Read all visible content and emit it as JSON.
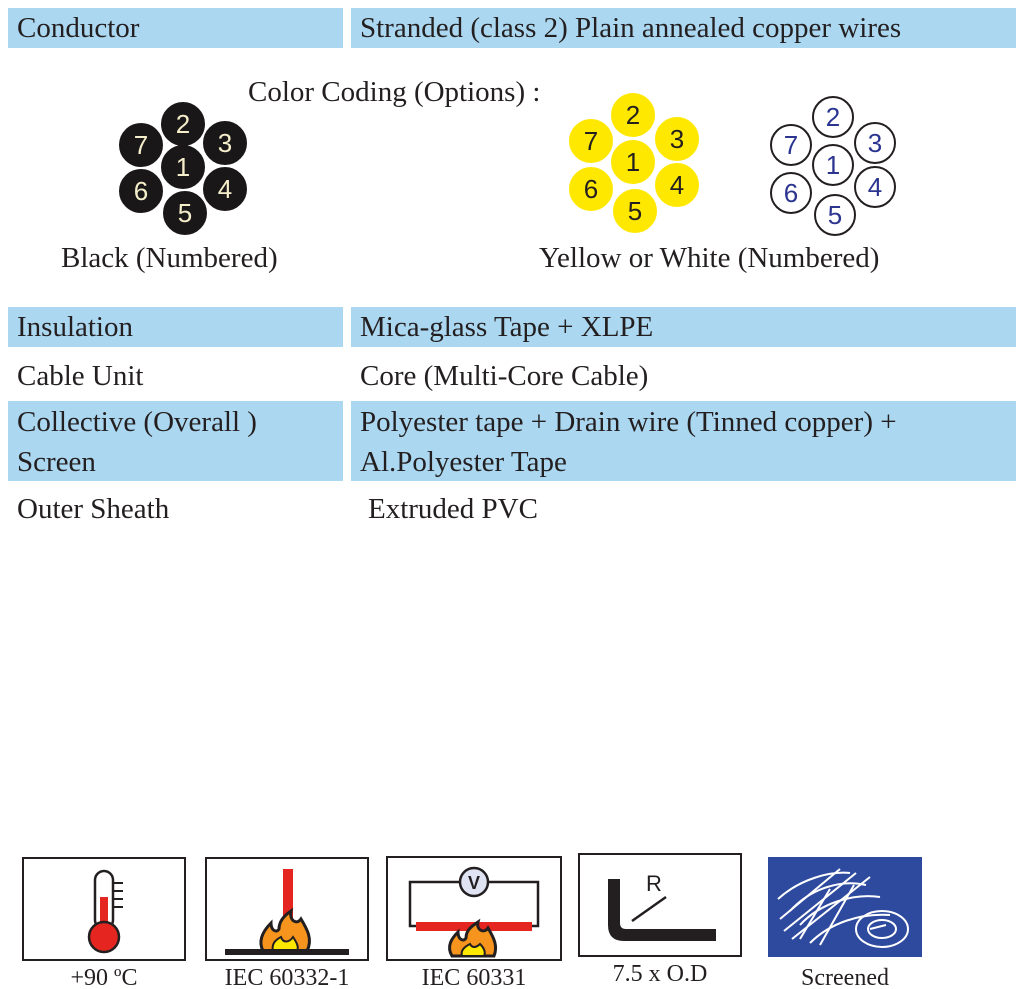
{
  "rows": {
    "conductor": {
      "label": "Conductor",
      "value": "Stranded (class 2) Plain annealed copper wires"
    },
    "insulation": {
      "label": "Insulation",
      "value": "Mica-glass Tape + XLPE"
    },
    "cable_unit": {
      "label": "Cable Unit",
      "value": "Core (Multi-Core Cable)"
    },
    "screen": {
      "label_line1": "Collective (Overall )",
      "label_line2": "Screen",
      "value_line1": "Polyester tape + Drain wire (Tinned copper) +",
      "value_line2": "Al.Polyester Tape"
    },
    "outer_sheath": {
      "label": "Outer Sheath",
      "value": "Extruded PVC"
    }
  },
  "color_coding": {
    "title": "Color Coding (Options) :",
    "black_caption": "Black (Numbered)",
    "yellow_white_caption": "Yellow or White (Numbered)",
    "core_numbers": {
      "center": "1",
      "top": "2",
      "upper_right": "3",
      "lower_right": "4",
      "bottom": "5",
      "lower_left": "6",
      "upper_left": "7"
    },
    "colors": {
      "black": "#1a1718",
      "yellow": "#ffe800",
      "white": "#ffffff",
      "white_number": "#2b3590"
    }
  },
  "icons": {
    "temperature": {
      "caption": "+90 ºC",
      "icon": "thermometer-icon"
    },
    "flame_single": {
      "caption": "IEC 60332-1",
      "icon": "flame-test-icon"
    },
    "fire_resistance": {
      "caption": "IEC 60331",
      "icon": "fire-voltage-icon",
      "meter_label": "V"
    },
    "bending": {
      "caption": "7.5 x O.D",
      "icon": "bending-radius-icon",
      "radius_label": "R"
    },
    "screened": {
      "caption": "Screened",
      "icon": "screened-icon"
    }
  },
  "colors": {
    "row_shade": "#abd7f0",
    "flame_red": "#e5251f",
    "flame_orange": "#f7941d",
    "screened_blue": "#2e4a9e"
  }
}
